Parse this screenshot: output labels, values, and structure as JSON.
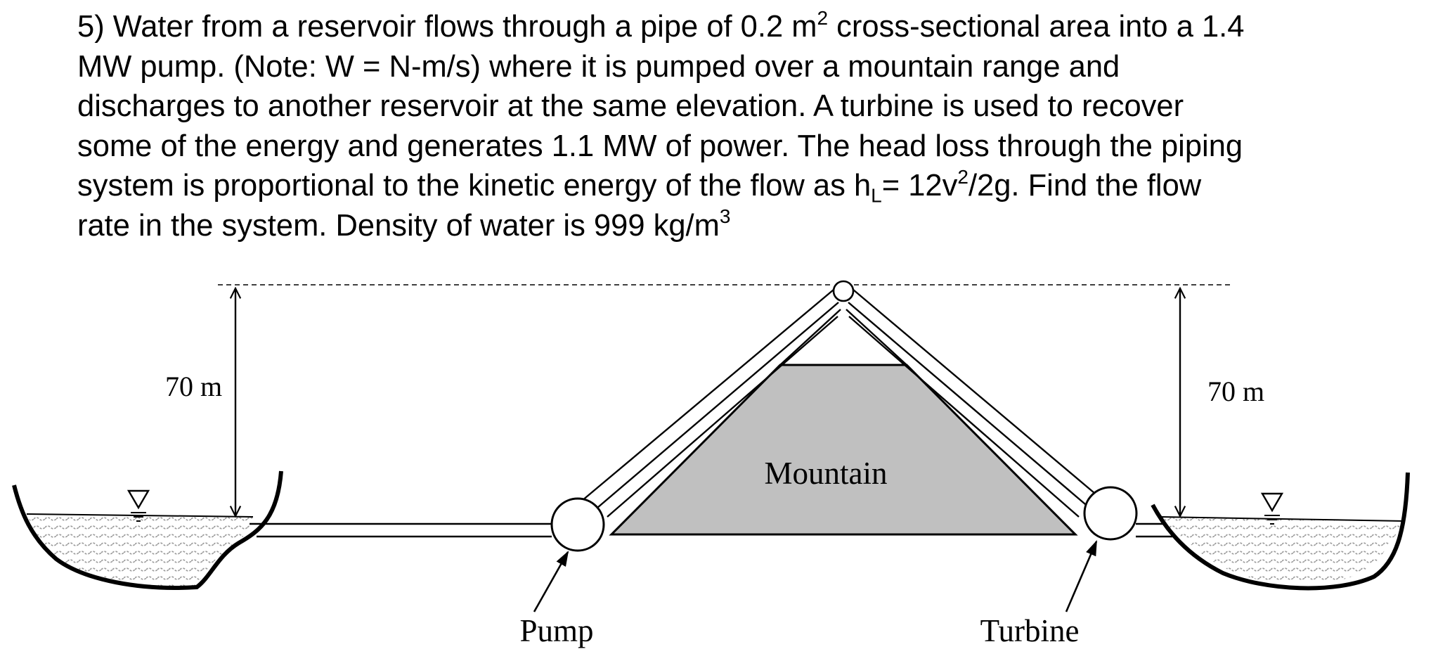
{
  "problem": {
    "line1_a": "5) Water from a reservoir flows through a pipe of 0.2 m",
    "line1_sup": "2",
    "line1_b": " cross-sectional area into a 1.4",
    "line2": "MW pump. (Note: W = N-m/s) where it is pumped over a mountain range and",
    "line3": "discharges to another reservoir at the same elevation.  A turbine is used to recover",
    "line4": "some of the energy and generates 1.1 MW of power.  The head loss through the piping",
    "line5_a": "system is proportional to the kinetic energy of the flow as h",
    "line5_sub": "L",
    "line5_b": "= 12v",
    "line5_sup": "2",
    "line5_c": "/2g.  Find the flow",
    "line6_a": "rate in the system. Density of water is 999 kg/m",
    "line6_sup": "3"
  },
  "diagram": {
    "left_height_label": "70 m",
    "right_height_label": "70 m",
    "mountain_label": "Mountain",
    "pump_label": "Pump",
    "turbine_label": "Turbine",
    "colors": {
      "mountain_fill": "#c0c0c0",
      "water_pattern": "#9a9a9a",
      "line": "#000000"
    }
  }
}
